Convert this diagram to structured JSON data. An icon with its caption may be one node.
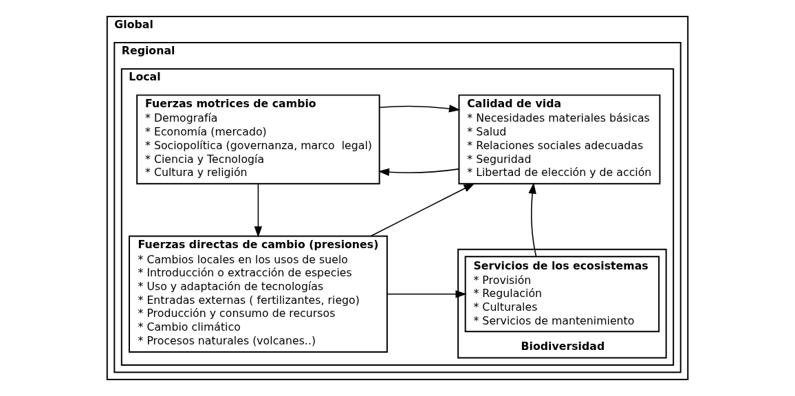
{
  "diagram": {
    "nodes": [
      {
        "text": [
          "Global"
        ]
      },
      {
        "text": [
          "Regional"
        ],
        "in": 0
      },
      {
        "text": [
          "Local"
        ],
        "in": 1
      },
      {
        "text": [
          "Calidad de vida",
          "* Necesidades materiales básicas",
          "* Salud",
          "* Relaciones sociales adecuadas",
          "* Seguridad",
          "* Libertad de elección y de acción"
        ],
        "in": 2
      },
      {
        "text": [
          "Fuerzas motrices de cambio",
          "* Demografía",
          "* Economía (mercado)",
          "* Sociopolítica (governanza, marco  legal)",
          "* Ciencia y Tecnología",
          "* Cultura y religión"
        ],
        "in": 2
      },
      {
        "text": [
          "Biodiversidad"
        ],
        "in": 2
      },
      {
        "text": [
          "Servicios de los ecosistemas",
          "* Provisión",
          "* Regulación",
          "* Culturales",
          "* Servicios de mantenimiento"
        ],
        "in": 5
      },
      {
        "text": [
          "Fuerzas directas de cambio (presiones)",
          "* Cambios locales en los usos de suelo",
          "* Introducción o extracción de especies",
          "* Uso y adaptación de tecnologías",
          "* Entradas externas ( fertilizantes, riego)",
          "* Producción y consumo de recursos",
          "* Cambio climático",
          "* Procesos naturales (volcanes..)"
        ],
        "in": 2
      }
    ],
    "edges": [
      {
        "from": 3,
        "to": 4,
        "arrow": "to"
      },
      {
        "from": 4,
        "to": 3,
        "arrow": "to"
      },
      {
        "from": 4,
        "to": 7,
        "arrow": "to"
      },
      {
        "from": 7,
        "to": 3,
        "arrow": "to"
      },
      {
        "from": 6,
        "to": 3,
        "arrow": "to"
      },
      {
        "from": 7,
        "to": 6,
        "arrow": "to"
      }
    ]
  }
}
